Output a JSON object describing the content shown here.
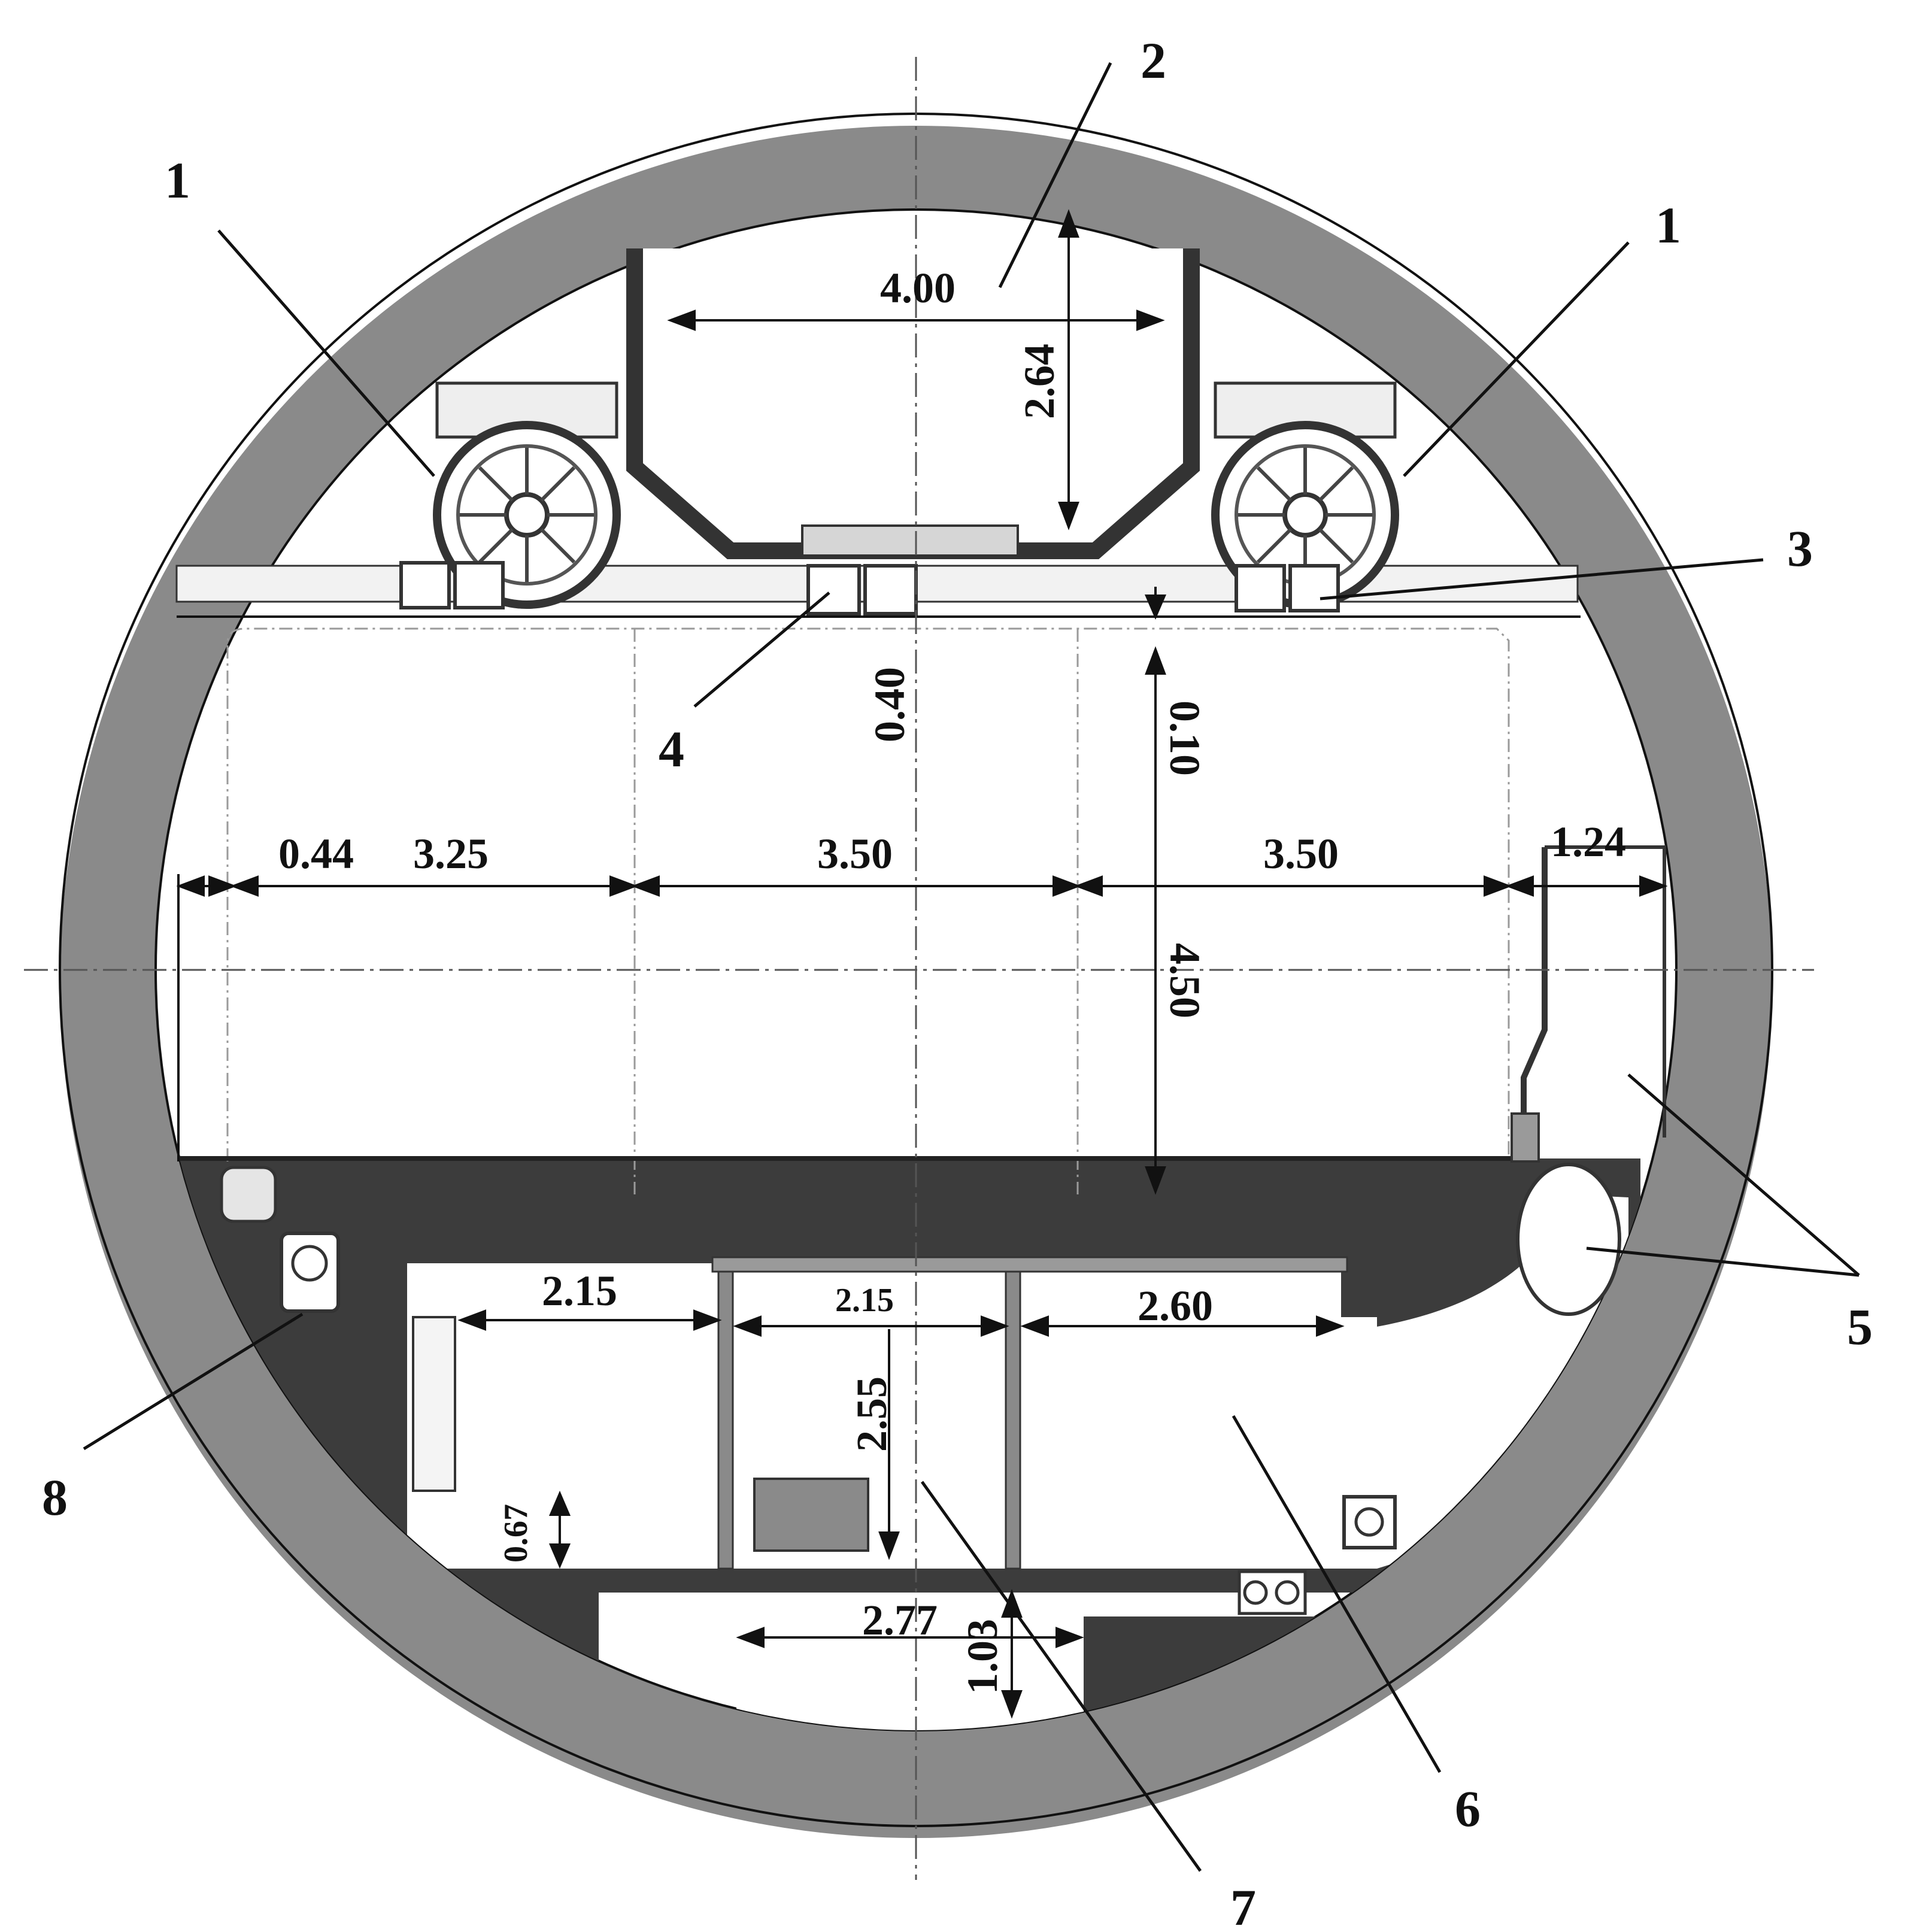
{
  "dimensions": {
    "truck_width": "4.00",
    "truck_height": "2.64",
    "gap_under_truck": "0.40",
    "clearance_top": "0.10",
    "left_margin": "0.44",
    "lane_left": "3.25",
    "lane_middle": "3.50",
    "lane_right": "3.50",
    "service_walk": "1.24",
    "road_height": "4.50",
    "room_left_width": "2.15",
    "room_mid_width": "2.15",
    "room_right_width": "2.60",
    "room_height": "2.55",
    "step_height": "0.67",
    "bottom_width": "2.77",
    "bottom_height": "1.03"
  },
  "callouts": {
    "left_fan": "1",
    "right_fan": "1",
    "duct": "2",
    "right_pipe": "3",
    "center_pipe": "4",
    "escape_tube": "5",
    "ventilation_room": "6",
    "service_room": "7",
    "cable_pipe": "8"
  },
  "colors": {
    "lining": "#8a8a8a",
    "fill_dark": "#3c3c3c",
    "background": "#ffffff"
  }
}
